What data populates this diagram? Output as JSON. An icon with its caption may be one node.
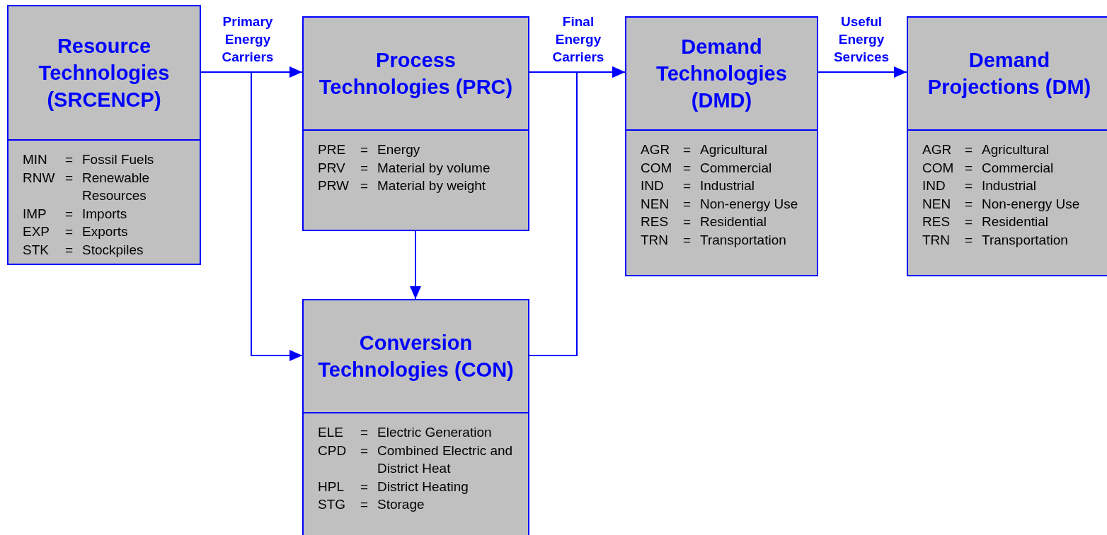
{
  "diagram": {
    "nodes": [
      {
        "text": [
          "Resource Technologies (SRCENCP)",
          "MIN = Fossil Fuels",
          "RNW = Renewable Resources",
          "IMP = Imports",
          "EXP = Exports",
          "STK = Stockpiles"
        ]
      },
      {
        "text": [
          "Process Technologies (PRC)",
          "PRE = Energy",
          "PRV = Material by volume",
          "PRW = Material by weight"
        ]
      },
      {
        "text": [
          "Conversion Technologies (CON)",
          "ELE = Electric Generation",
          "CPD = Combined Electric and District Heat",
          "HPL = District Heating",
          "STG = Storage"
        ]
      },
      {
        "text": [
          "Demand Technologies (DMD)",
          "AGR = Agricultural",
          "COM = Commercial",
          "IND = Industrial",
          "NEN = Non-energy Use",
          "RES = Residential",
          "TRN = Transportation"
        ]
      },
      {
        "text": [
          "Demand Projections (DM)",
          "AGR = Agricultural",
          "COM = Commercial",
          "IND = Industrial",
          "NEN = Non-energy Use",
          "RES = Residential",
          "TRN = Transportation"
        ]
      }
    ],
    "edges": [
      {
        "from": 0,
        "to": 1,
        "arrow": "to",
        "label": "Primary Energy Carriers"
      },
      {
        "from": 0,
        "to": 2,
        "arrow": "to"
      },
      {
        "from": 1,
        "to": 2,
        "arrow": "to"
      },
      {
        "from": 1,
        "to": 3,
        "arrow": "to",
        "label": "Final Energy Carriers"
      },
      {
        "from": 2,
        "to": 3,
        "arrow": "to"
      },
      {
        "from": 3,
        "to": 4,
        "arrow": "to",
        "label": "Useful Energy Services"
      }
    ]
  }
}
